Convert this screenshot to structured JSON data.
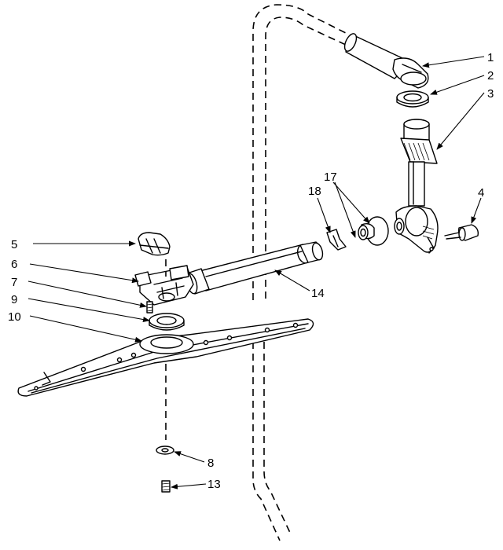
{
  "callouts": {
    "c1": "1",
    "c2": "2",
    "c3": "3",
    "c4": "4",
    "c5": "5",
    "c6": "6",
    "c7": "7",
    "c8": "8",
    "c9": "9",
    "c10": "10",
    "c13": "13",
    "c14": "14",
    "c17": "17",
    "c18": "18"
  }
}
